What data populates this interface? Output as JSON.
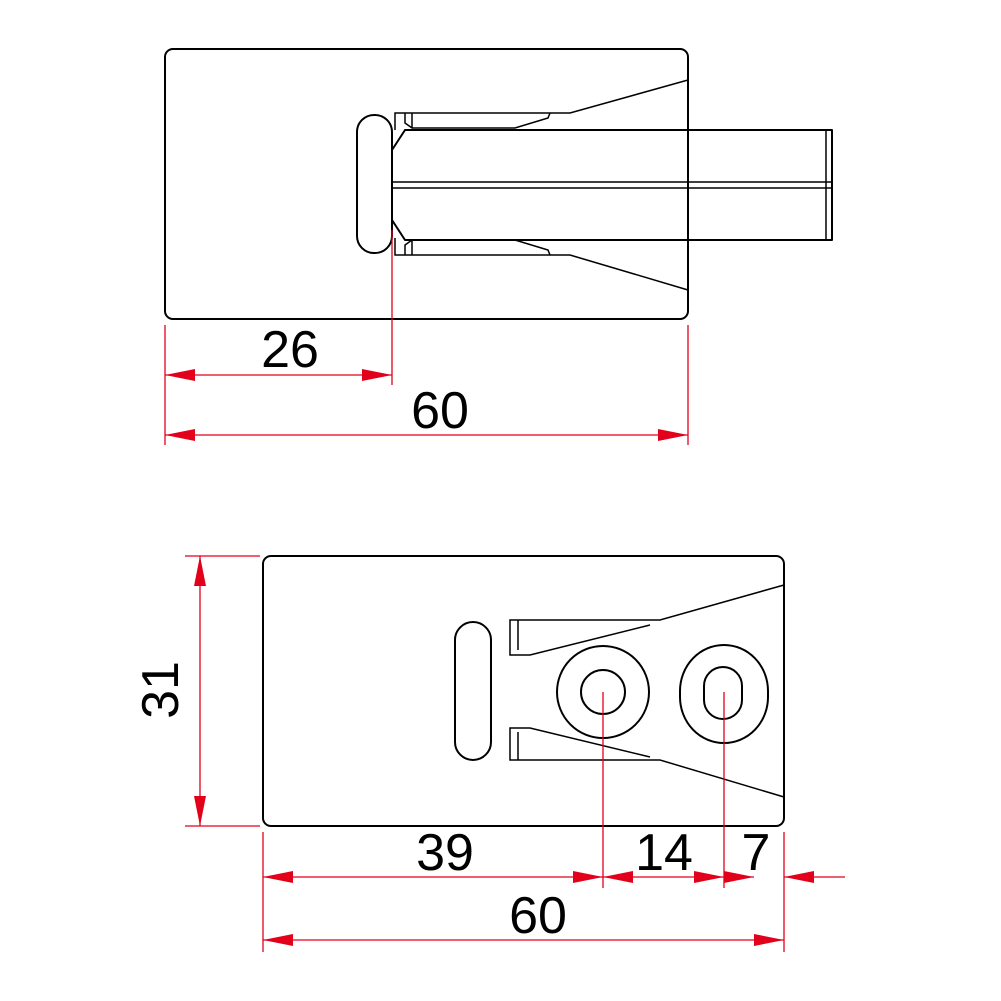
{
  "colors": {
    "outline": "#000000",
    "dimension": "#e3001b",
    "background": "#ffffff"
  },
  "top_view": {
    "dimensions": {
      "slot_offset": "26",
      "overall_length": "60"
    }
  },
  "bottom_view": {
    "dimensions": {
      "height": "31",
      "hole_1_offset": "39",
      "hole_spacing": "14",
      "hole_2_edge": "7",
      "overall_length": "60"
    }
  }
}
